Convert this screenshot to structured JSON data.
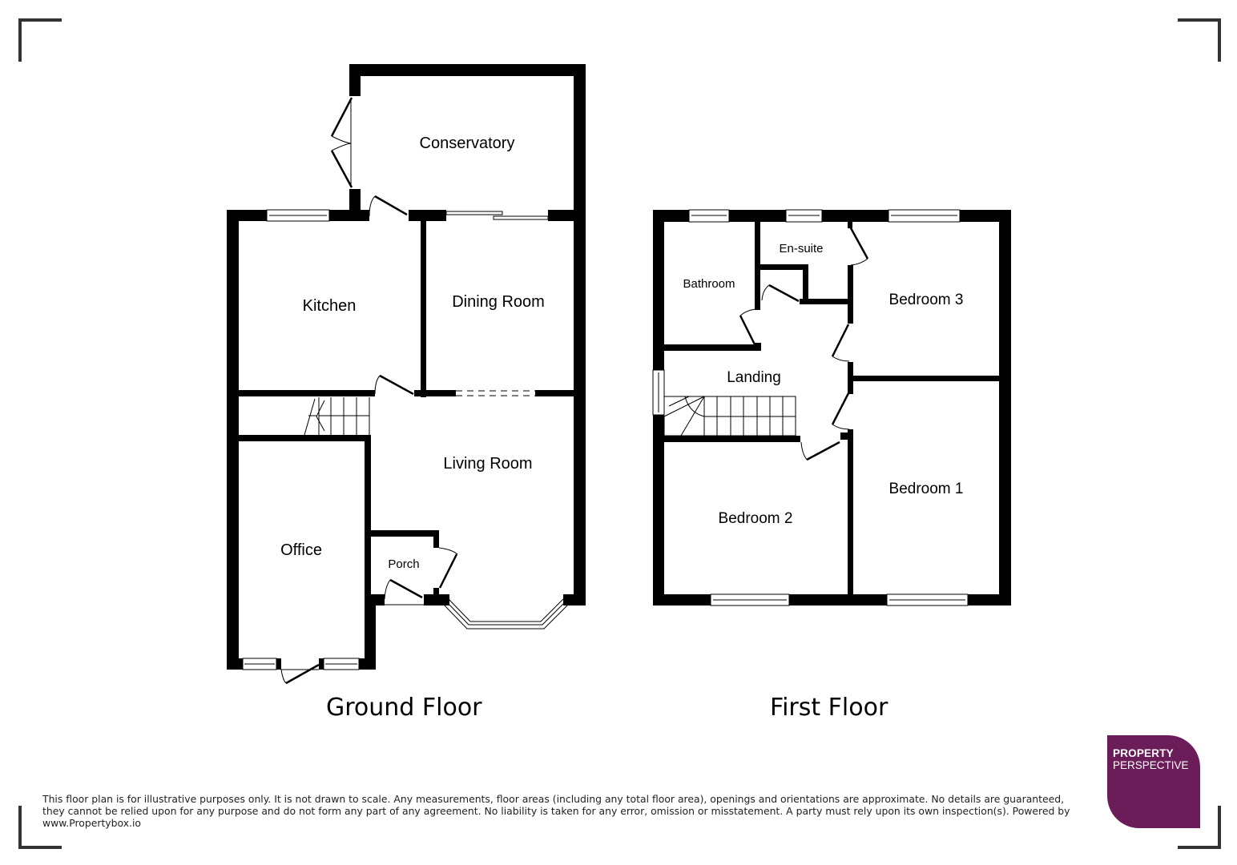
{
  "floors": [
    {
      "title": "Ground Floor",
      "rooms": [
        {
          "name": "Conservatory"
        },
        {
          "name": "Kitchen"
        },
        {
          "name": "Dining Room"
        },
        {
          "name": "Living Room"
        },
        {
          "name": "Office"
        },
        {
          "name": "Porch"
        }
      ]
    },
    {
      "title": "First Floor",
      "rooms": [
        {
          "name": "Bathroom"
        },
        {
          "name": "En-suite"
        },
        {
          "name": "Bedroom 3"
        },
        {
          "name": "Landing"
        },
        {
          "name": "Bedroom 2"
        },
        {
          "name": "Bedroom 1"
        }
      ]
    }
  ],
  "disclaimer": "This floor plan is for illustrative purposes only. It is not drawn to scale. Any measurements, floor areas (including any total floor area), openings and orientations are approximate. No details are guaranteed, they cannot be relied upon for any purpose and do not form any part of any agreement. No liability is taken for any error, omission or misstatement. A party must rely upon its own inspection(s). Powered by www.Propertybox.io",
  "logo": {
    "line1": "PROPERTY",
    "line2": "PERSPECTIVE",
    "color": "#6b1d5a"
  },
  "colors": {
    "wall": "#000000",
    "frame": "#333333",
    "background": "#ffffff"
  }
}
